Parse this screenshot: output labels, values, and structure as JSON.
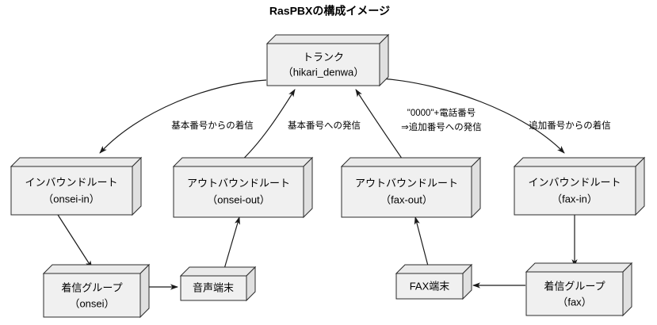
{
  "title": "RasPBXの構成イメージ",
  "nodes": {
    "trunk": {
      "line1": "トランク",
      "line2": "（hikari_denwa）"
    },
    "onsei_in": {
      "line1": "インバウンドルート",
      "line2": "（onsei-in）"
    },
    "onsei_out": {
      "line1": "アウトバウンドルート",
      "line2": "（onsei-out）"
    },
    "fax_out": {
      "line1": "アウトバウンドルート",
      "line2": "（fax-out）"
    },
    "fax_in": {
      "line1": "インバウンドルート",
      "line2": "（fax-in）"
    },
    "onsei_group": {
      "line1": "着信グループ",
      "line2": "（onsei）"
    },
    "onsei_term": {
      "line1": "音声端末",
      "line2": ""
    },
    "fax_term": {
      "line1": "FAX端末",
      "line2": ""
    },
    "fax_group": {
      "line1": "着信グループ",
      "line2": "（fax）"
    }
  },
  "edge_labels": {
    "trunk_to_onsei_in": "基本番号からの着信",
    "onsei_out_to_trunk": "基本番号への発信",
    "fax_out_to_trunk_1": "\"0000\"+電話番号",
    "fax_out_to_trunk_2": "⇒追加番号への発信",
    "trunk_to_fax_in": "追加番号からの着信"
  },
  "colors": {
    "box_fill": "#f0f0f0",
    "box_top": "#eaeaea",
    "box_side": "#e0e0e0",
    "stroke": "#2b2b2b",
    "edge": "#1a1a1a",
    "background": "#ffffff",
    "text": "#000000"
  }
}
